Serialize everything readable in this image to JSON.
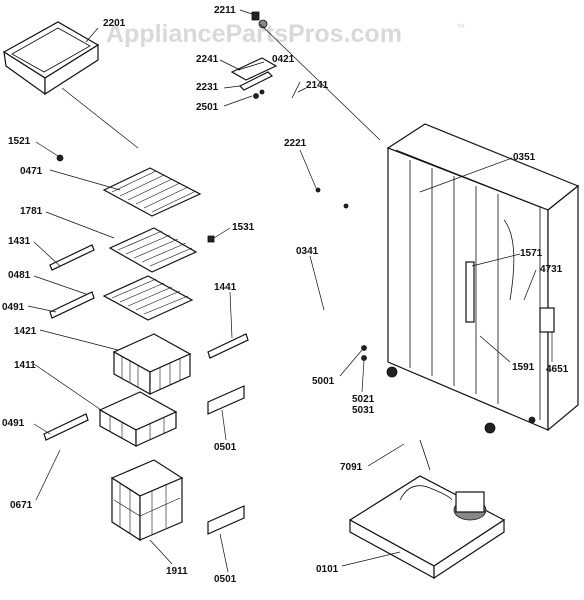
{
  "watermark": {
    "text": "AppliancePartsPros.com",
    "tm": "™"
  },
  "labels": {
    "p2201": "2201",
    "p2211": "2211",
    "p0421": "0421",
    "p2241": "2241",
    "p2231": "2231",
    "p2501": "2501",
    "p2141": "2141",
    "p2221": "2221",
    "p0351": "0351",
    "p1521": "1521",
    "p0471": "0471",
    "p1781": "1781",
    "p1531": "1531",
    "p1431": "1431",
    "p0341": "0341",
    "p1571": "1571",
    "p4731": "4731",
    "p0481": "0481",
    "p1441": "1441",
    "p0491a": "0491",
    "p1421": "1421",
    "p5001": "5001",
    "p1591": "1591",
    "p4651": "4651",
    "p5021": "5021",
    "p5031": "5031",
    "p1411": "1411",
    "p0501a": "0501",
    "p0491b": "0491",
    "p7091": "7091",
    "p0671": "0671",
    "p1911": "1911",
    "p0501b": "0501",
    "p0101": "0101"
  }
}
